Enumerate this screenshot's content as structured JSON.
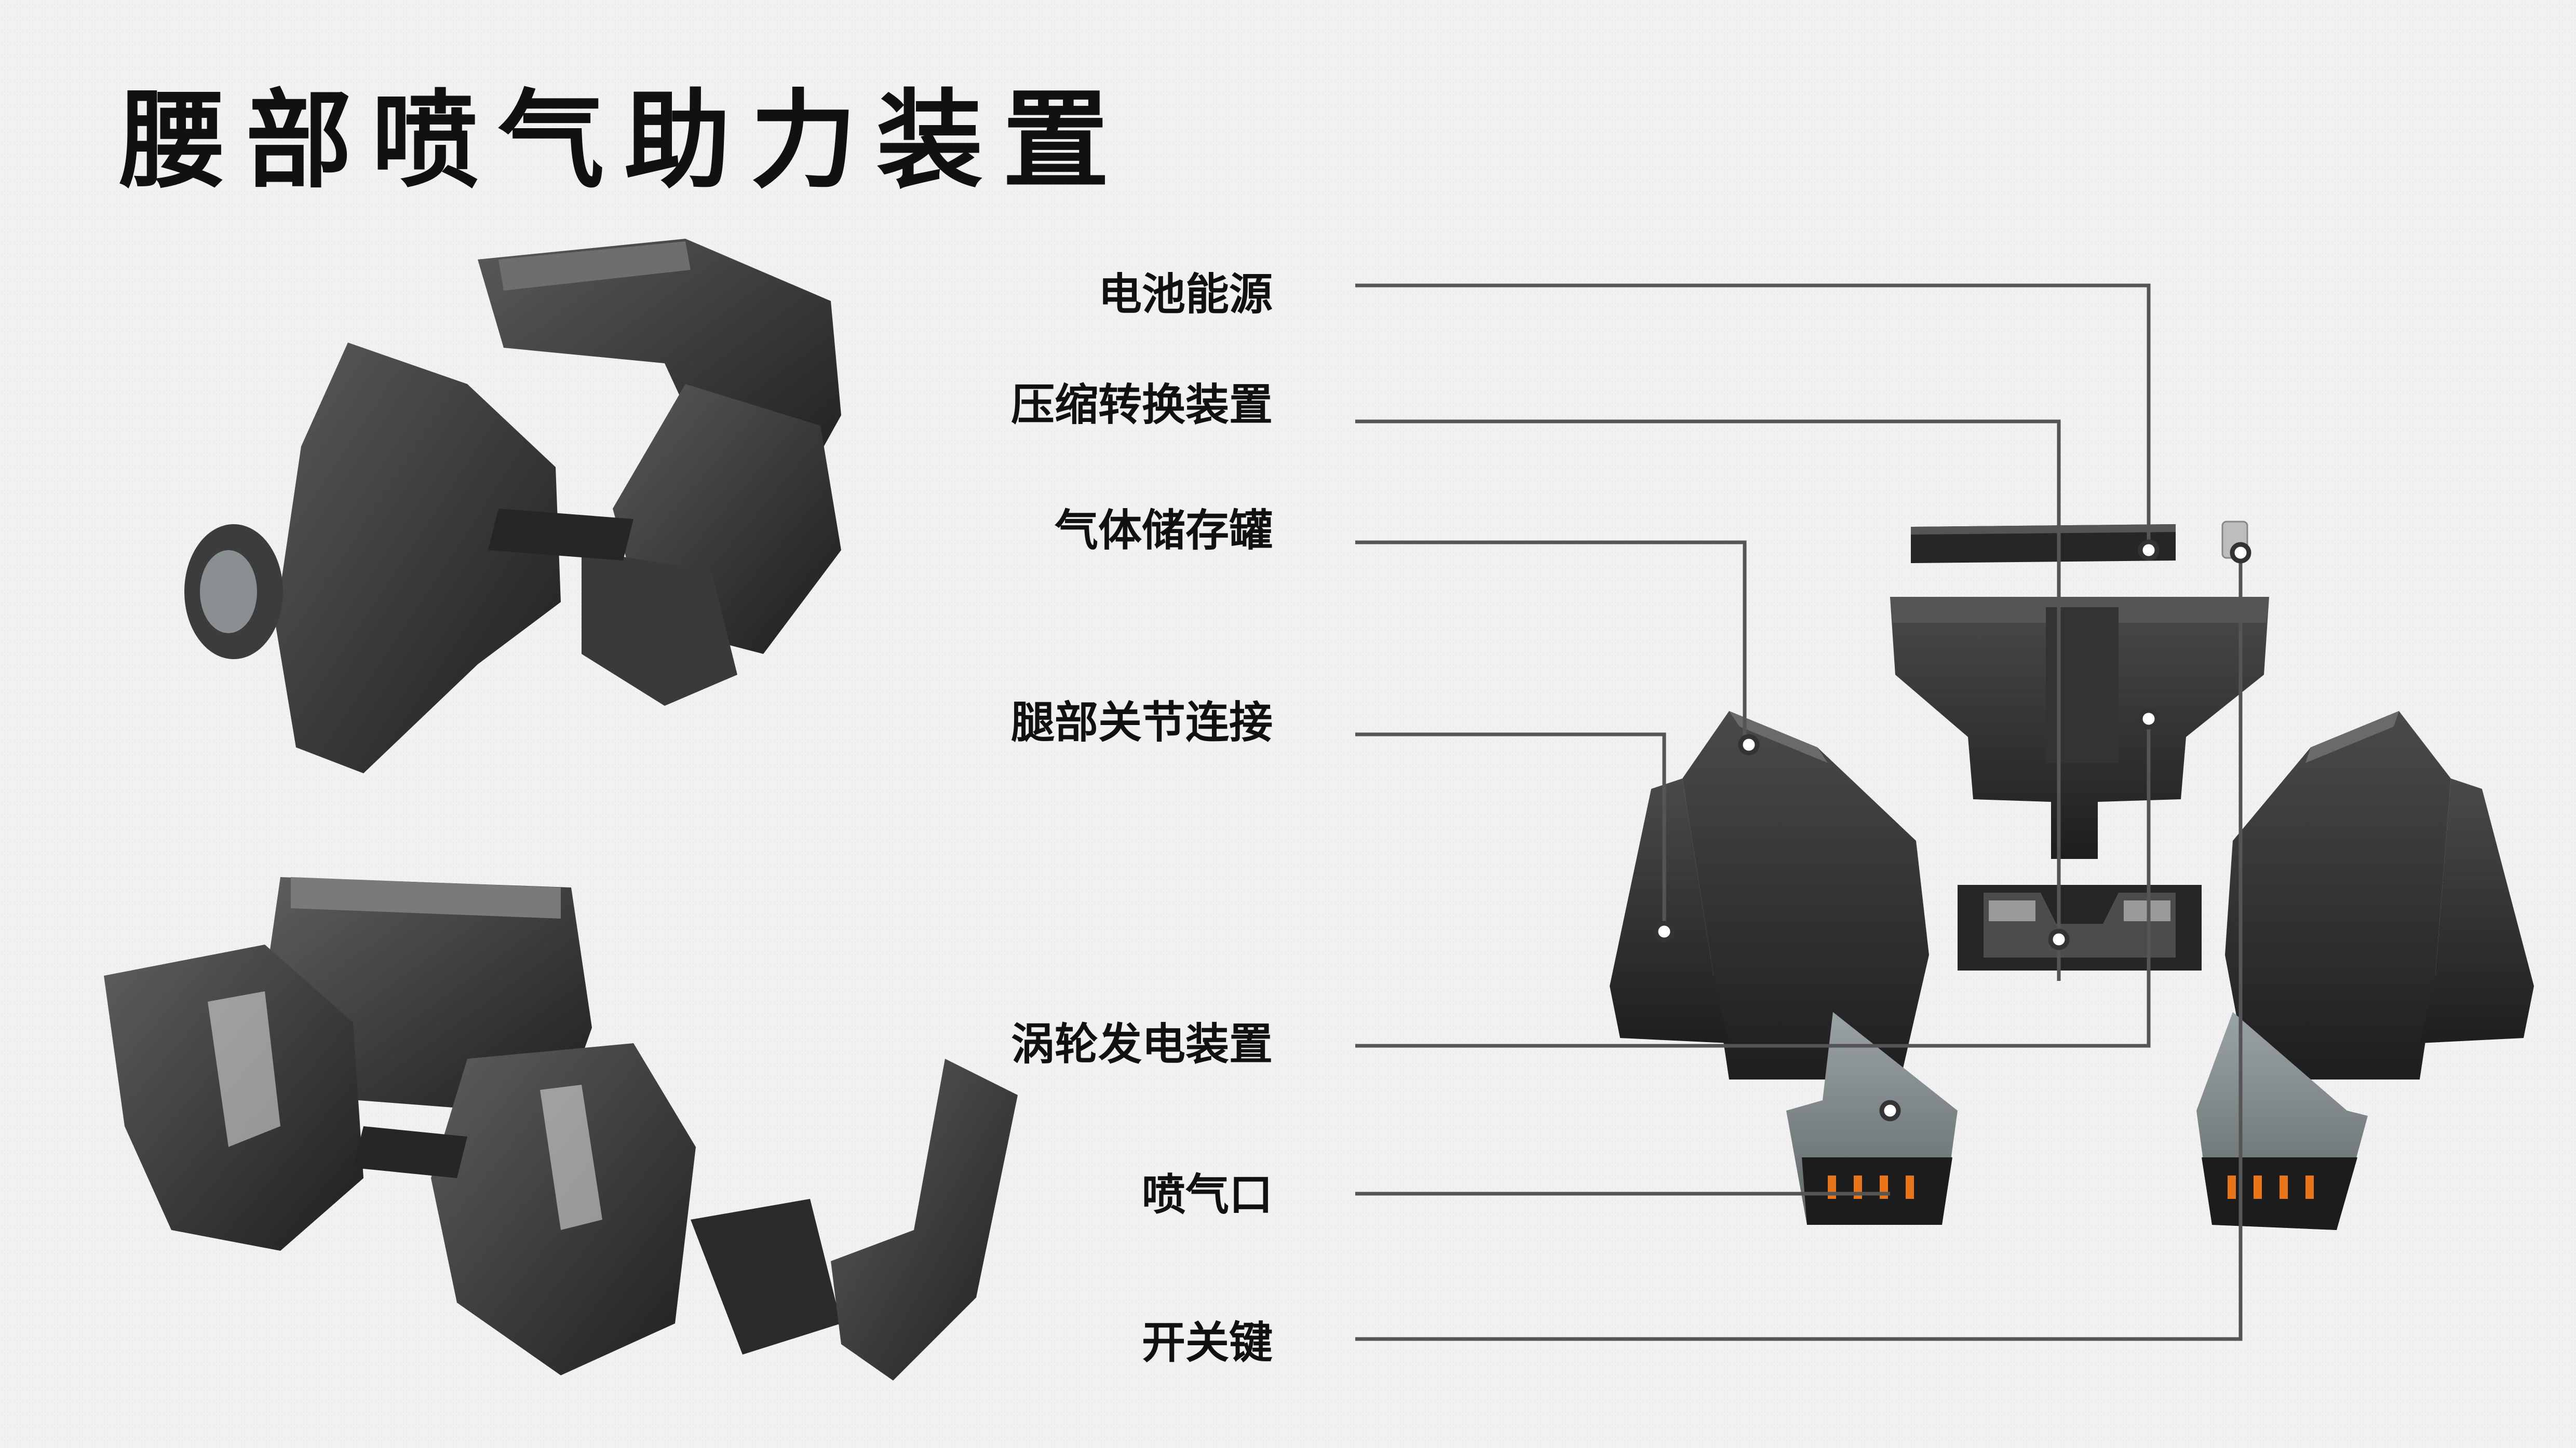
{
  "title": "腰部喷气助力装置",
  "labels": [
    {
      "id": "battery",
      "text": "电池能源"
    },
    {
      "id": "compressor",
      "text": "压缩转换装置"
    },
    {
      "id": "gas_tank",
      "text": "气体储存罐"
    },
    {
      "id": "leg_joint",
      "text": "腿部关节连接"
    },
    {
      "id": "turbine",
      "text": "涡轮发电装置"
    },
    {
      "id": "nozzle",
      "text": "喷气口"
    },
    {
      "id": "switch",
      "text": "开关键"
    }
  ],
  "colors": {
    "background": "#f1f1f1",
    "body_dark": "#2e2e2e",
    "body_mid": "#3c3c3c",
    "body_light": "#5a5a5a",
    "nozzle_gray": "#7d8688",
    "accent_orange": "#e8751a",
    "leader_line": "#555555"
  }
}
